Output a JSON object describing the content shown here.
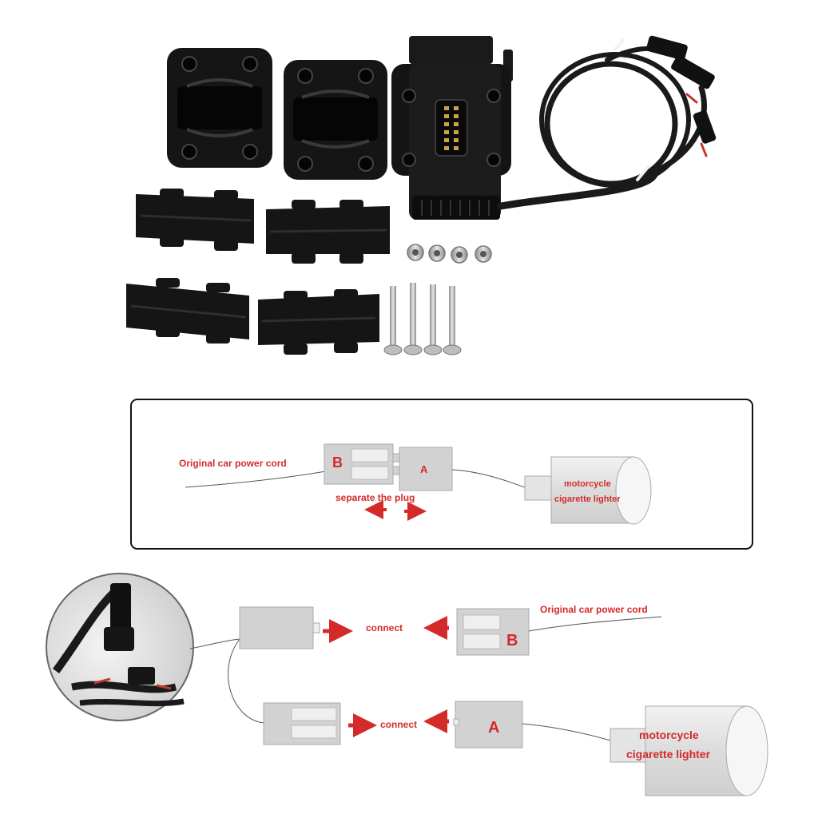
{
  "colors": {
    "accent_red": "#d42a2a",
    "part_black": "#151515",
    "box_gray": "#d2d2d2",
    "box_light": "#efefef",
    "frame_black": "#111111",
    "screw_metal": "#b8b8b8"
  },
  "product_photo": {
    "parts": [
      "clamp-block-icon",
      "rubber-pad-icon",
      "gps-cradle-icon",
      "power-cable-icon",
      "lock-nut-icon",
      "bolt-icon"
    ]
  },
  "panel1": {
    "cord_label": "Original car power cord",
    "plug_b": "B",
    "plug_a": "A",
    "action_label": "separate the plug",
    "lighter_line1": "motorcycle",
    "lighter_line2": "cigarette lighter"
  },
  "panel2": {
    "cord_label": "Original car power cord",
    "connect_top": "connect",
    "connect_bottom": "connect",
    "plug_b": "B",
    "plug_a": "A",
    "lighter_line1": "motorcycle",
    "lighter_line2": "cigarette lighter"
  }
}
